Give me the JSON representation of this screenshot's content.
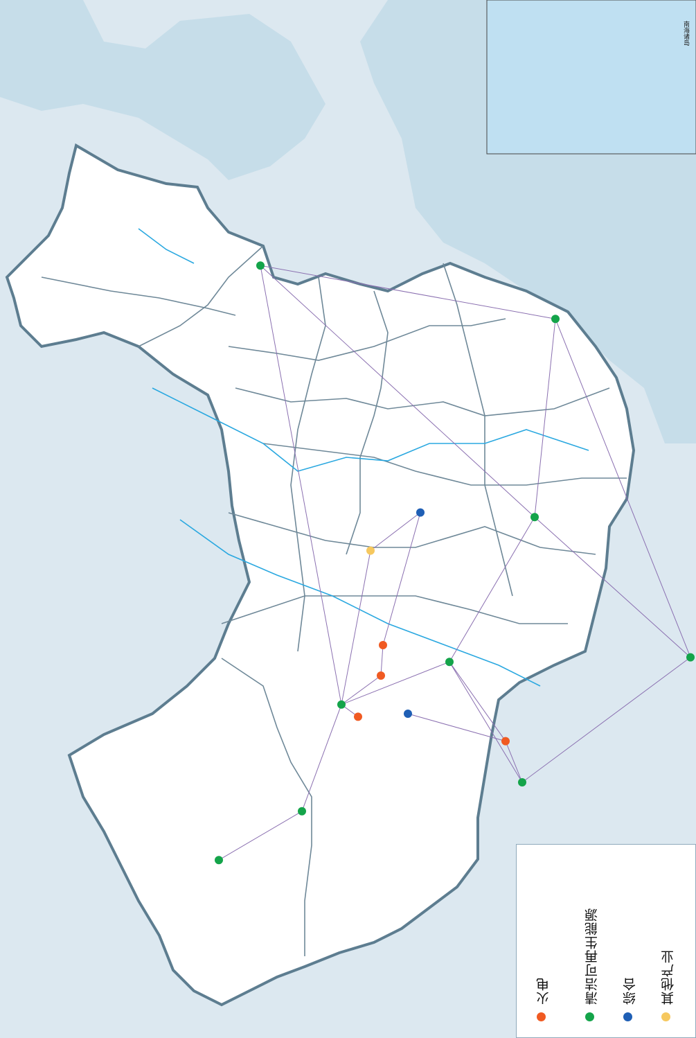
{
  "legend": {
    "items": [
      {
        "label": "火电",
        "color": "#f05a22"
      },
      {
        "label": "清洁可再生能源",
        "color": "#14a44a"
      },
      {
        "label": "综合",
        "color": "#1f5fb5"
      },
      {
        "label": "其他产业",
        "color": "#f6c85f"
      }
    ]
  },
  "colors": {
    "sea": "#c6dde9",
    "neighbor_land": "#dce8f0",
    "land": "#ffffff",
    "border": "#5d7d90",
    "river": "#2aa8e0",
    "network_line": "#8a6fb0"
  },
  "inset_label": "南海诸岛",
  "network_nodes": [
    {
      "id": "n1",
      "type": "green",
      "lon": 87.6,
      "lat": 43.8
    },
    {
      "id": "n2",
      "type": "green",
      "lon": 126.6,
      "lat": 45.8
    },
    {
      "id": "n3",
      "type": "green",
      "lon": 123.4,
      "lat": 41.8
    },
    {
      "id": "n4",
      "type": "green",
      "lon": 116.4,
      "lat": 39.9
    },
    {
      "id": "n5",
      "type": "green",
      "lon": 113.6,
      "lat": 34.7
    },
    {
      "id": "n6",
      "type": "green",
      "lon": 121.5,
      "lat": 31.2
    },
    {
      "id": "n7",
      "type": "green",
      "lon": 104.1,
      "lat": 30.6
    },
    {
      "id": "n8",
      "type": "green",
      "lon": 113.3,
      "lat": 23.1
    },
    {
      "id": "n9",
      "type": "green",
      "lon": 91.1,
      "lat": 29.6
    },
    {
      "id": "n10",
      "type": "red",
      "lon": 114.5,
      "lat": 38.0
    },
    {
      "id": "n11",
      "type": "red",
      "lon": 112.5,
      "lat": 37.9
    },
    {
      "id": "n12",
      "type": "red",
      "lon": 117.2,
      "lat": 39.1
    },
    {
      "id": "n13",
      "type": "red",
      "lon": 118.8,
      "lat": 32.0
    },
    {
      "id": "n14",
      "type": "blue",
      "lon": 117.0,
      "lat": 36.7
    },
    {
      "id": "n15",
      "type": "blue",
      "lon": 103.8,
      "lat": 36.1
    },
    {
      "id": "n16",
      "type": "yellow",
      "lon": 106.3,
      "lat": 38.5
    }
  ]
}
